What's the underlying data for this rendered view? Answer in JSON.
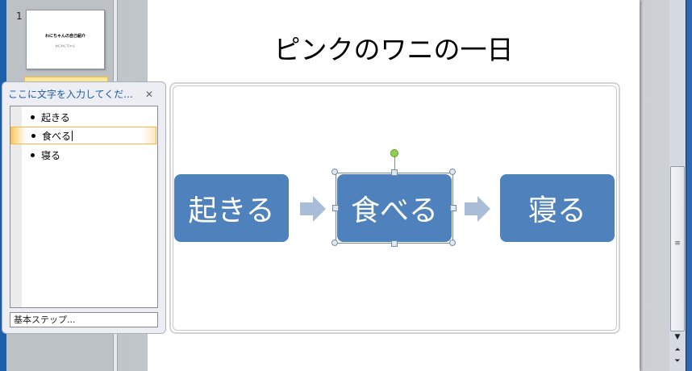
{
  "slides_panel": {
    "slide_number": "1",
    "thumb_title": "わにちゃんの自己紹介",
    "thumb_subtitle": "わにわにちゃん"
  },
  "slide": {
    "title": "ピンクのワニの一日",
    "steps": [
      "起きる",
      "食べる",
      "寝る"
    ],
    "box_color": "#4f81bd",
    "arrow_color": "#a9bcd8"
  },
  "text_pane": {
    "title": "ここに文字を入力してくだ...",
    "close_icon": "✕",
    "items": [
      "起きる",
      "食べる",
      "寝る"
    ],
    "selected_index": 1,
    "footer": "基本ステップ..."
  },
  "scrollbar": {
    "grip": "≡",
    "down": "▼",
    "prev": "⏶",
    "next": "⏷"
  }
}
